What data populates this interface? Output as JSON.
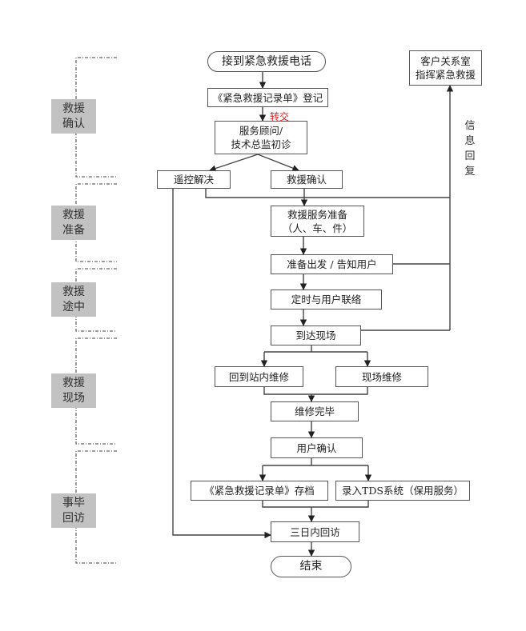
{
  "stages": [
    {
      "line1": "救援",
      "line2": "确认"
    },
    {
      "line1": "救援",
      "line2": "准备"
    },
    {
      "line1": "救援",
      "line2": "途中"
    },
    {
      "line1": "救援",
      "line2": "现场"
    },
    {
      "line1": "事毕",
      "line2": "回访"
    }
  ],
  "nodes": {
    "start": "接到紧急救援电话",
    "register": "《紧急救援记录单》登记",
    "handover_label": "转交",
    "diagnose": {
      "line1": "服务顾问/",
      "line2": "技术总监初诊"
    },
    "remote_solve": "遥控解决",
    "rescue_confirm": "救援确认",
    "prepare": {
      "line1": "救援服务准备",
      "line2": "（人、车、件）"
    },
    "depart": "准备出发 / 告知用户",
    "contact": "定时与用户联络",
    "arrive": "到达现场",
    "return_repair": "回到站内维修",
    "onsite_repair": "现场维修",
    "repair_done": "维修完毕",
    "user_confirm": "用户确认",
    "archive": "《紧急救援记录单》存档",
    "tds": "录入TDS系统（保用服务）",
    "followup": "三日内回访",
    "end": "结束",
    "crm": {
      "line1": "客户关系室",
      "line2": "指挥紧急救援"
    },
    "feedback_label": "信息回复"
  },
  "colors": {
    "stage_fill": "#c2c2c2",
    "line": "#444444",
    "handover_text": "#e02020"
  }
}
